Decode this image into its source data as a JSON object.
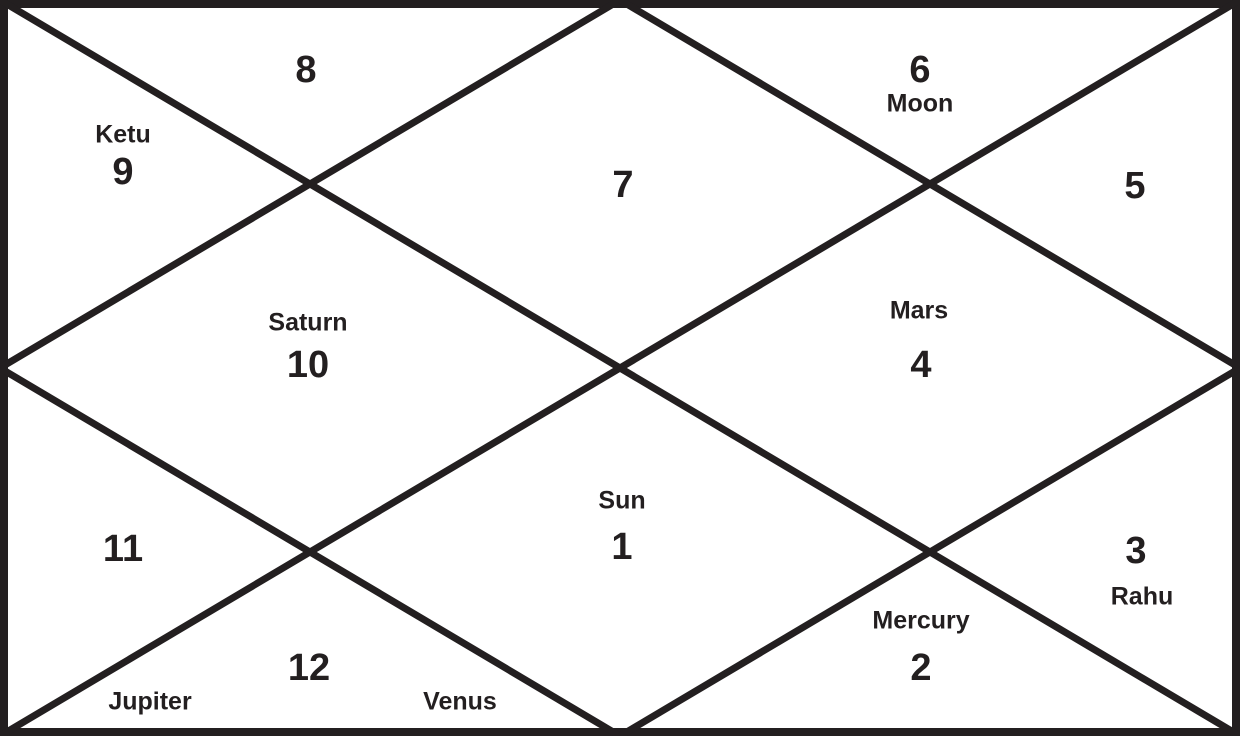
{
  "chart": {
    "style": "north-indian-kundali",
    "line_color": "#231f20",
    "background_color": "#ffffff",
    "houses": [
      {
        "number": "1",
        "planets": [
          "Sun"
        ]
      },
      {
        "number": "2",
        "planets": [
          "Mercury"
        ]
      },
      {
        "number": "3",
        "planets": [
          "Rahu"
        ]
      },
      {
        "number": "4",
        "planets": [
          "Mars"
        ]
      },
      {
        "number": "5",
        "planets": []
      },
      {
        "number": "6",
        "planets": [
          "Moon"
        ]
      },
      {
        "number": "7",
        "planets": []
      },
      {
        "number": "8",
        "planets": []
      },
      {
        "number": "9",
        "planets": [
          "Ketu"
        ]
      },
      {
        "number": "10",
        "planets": [
          "Saturn"
        ]
      },
      {
        "number": "11",
        "planets": []
      },
      {
        "number": "12",
        "planets": [
          "Jupiter",
          "Venus"
        ]
      }
    ]
  }
}
